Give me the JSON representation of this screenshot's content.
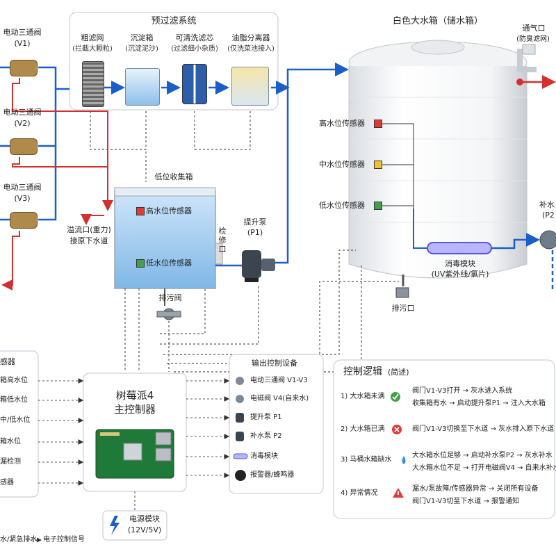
{
  "prefilter": {
    "title": "预过滤系统",
    "stages": [
      {
        "name": "粗滤网",
        "desc": "(拦截大颗粒)"
      },
      {
        "name": "沉淀箱",
        "desc": "(沉淀泥沙)"
      },
      {
        "name": "可清洗滤芯",
        "desc": "(过滤细小杂质)"
      },
      {
        "name": "油脂分离器",
        "desc": "(仅洗菜池接入)"
      }
    ]
  },
  "valves": [
    {
      "name": "电动三通阀",
      "id": "(V1)"
    },
    {
      "name": "电动三通阀",
      "id": "(V2)"
    },
    {
      "name": "电动三通阀",
      "id": "(V3)"
    }
  ],
  "low_box": {
    "title": "低位收集箱",
    "high_sensor": "高水位传感器",
    "low_sensor": "低水位传感器",
    "inspection": "检修口"
  },
  "overflow": {
    "line1": "溢流口(重力)",
    "line2": "接原下水道"
  },
  "pump_p1": {
    "name": "提升泵",
    "id": "(P1)"
  },
  "drain_valve": "排污阀",
  "tank": {
    "title": "白色大水箱（储水箱）",
    "vent": "通气口",
    "vent_desc": "(防臭滤网)",
    "high": "高水位传感器",
    "mid": "中水位传感器",
    "low": "低水位传感器",
    "uv": "消毒模块",
    "uv_desc": "(UV紫外线/氯片)",
    "drain": "排污口",
    "colors": {
      "high": "#e53935",
      "mid": "#f2c230",
      "low": "#43a047"
    }
  },
  "pump_p2": {
    "name": "补水",
    "id": "(P2"
  },
  "inputs": {
    "title": "感器",
    "items": [
      "箱高水位",
      "箱低水位",
      "中/低水位",
      "箱水位",
      "漏检测",
      "感器"
    ]
  },
  "controller": {
    "line1": "树莓派4",
    "line2": "主控制器"
  },
  "outputs": {
    "title": "输出控制设备",
    "items": [
      "电动三通阀 V1-V3",
      "电磁阀 V4(自来水)",
      "提升泵 P1",
      "补水泵 P2",
      "消毒模块",
      "报警器/蜂鸣器"
    ]
  },
  "logic": {
    "title": "控制逻辑",
    "title_suffix": "(简述)",
    "rules": [
      {
        "cond": "1)  大水箱未满",
        "icon": "check-icon",
        "lines": [
          "阀门V1-V3打开 → 灰水进入系统",
          "收集箱有水 → 启动提升泵P1 → 注入大水箱"
        ]
      },
      {
        "cond": "2)  大水箱已满",
        "icon": "cross-icon",
        "lines": [
          "阀门V1-V3切换至下水道 → 灰水排入原下水道"
        ]
      },
      {
        "cond": "3)  马桶水箱缺水",
        "icon": "drop-icon",
        "lines": [
          "大水箱水位足够 → 启动补水泵P2 → 灰水补水",
          "大水箱水位不足 → 打开电磁阀V4 → 自来水补水"
        ]
      },
      {
        "cond": "4)  异常情况",
        "icon": "warning-icon",
        "lines": [
          "漏水/泵故障/传感器异常 → 关闭所有设备",
          "阀门V1-V3切至下水道 → 报警通知"
        ]
      }
    ]
  },
  "power": {
    "name": "电源模块",
    "spec": "(12V/5V)"
  },
  "legend": {
    "water": "水/紧急排水",
    "signal": "电子控制信号"
  }
}
